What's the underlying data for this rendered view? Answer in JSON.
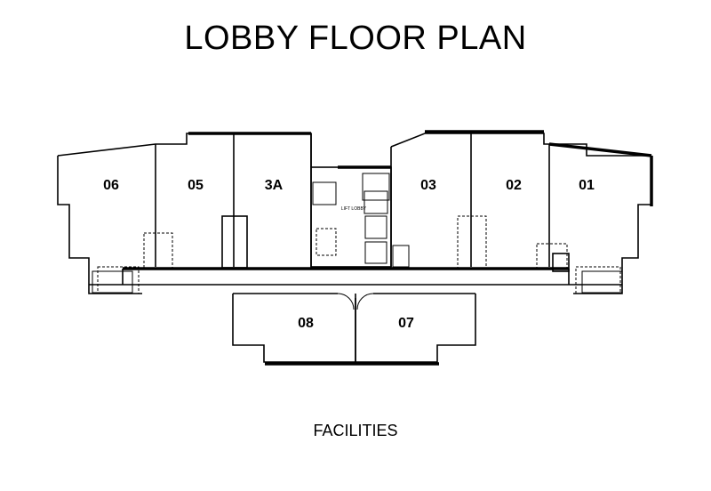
{
  "title": "LOBBY FLOOR PLAN",
  "caption": "FACILITIES",
  "units": [
    "06",
    "05",
    "3A",
    "03",
    "02",
    "01",
    "08",
    "07"
  ],
  "lift_label": "LIFT LOBBY",
  "colors": {
    "line": "#000000",
    "background": "#ffffff"
  }
}
